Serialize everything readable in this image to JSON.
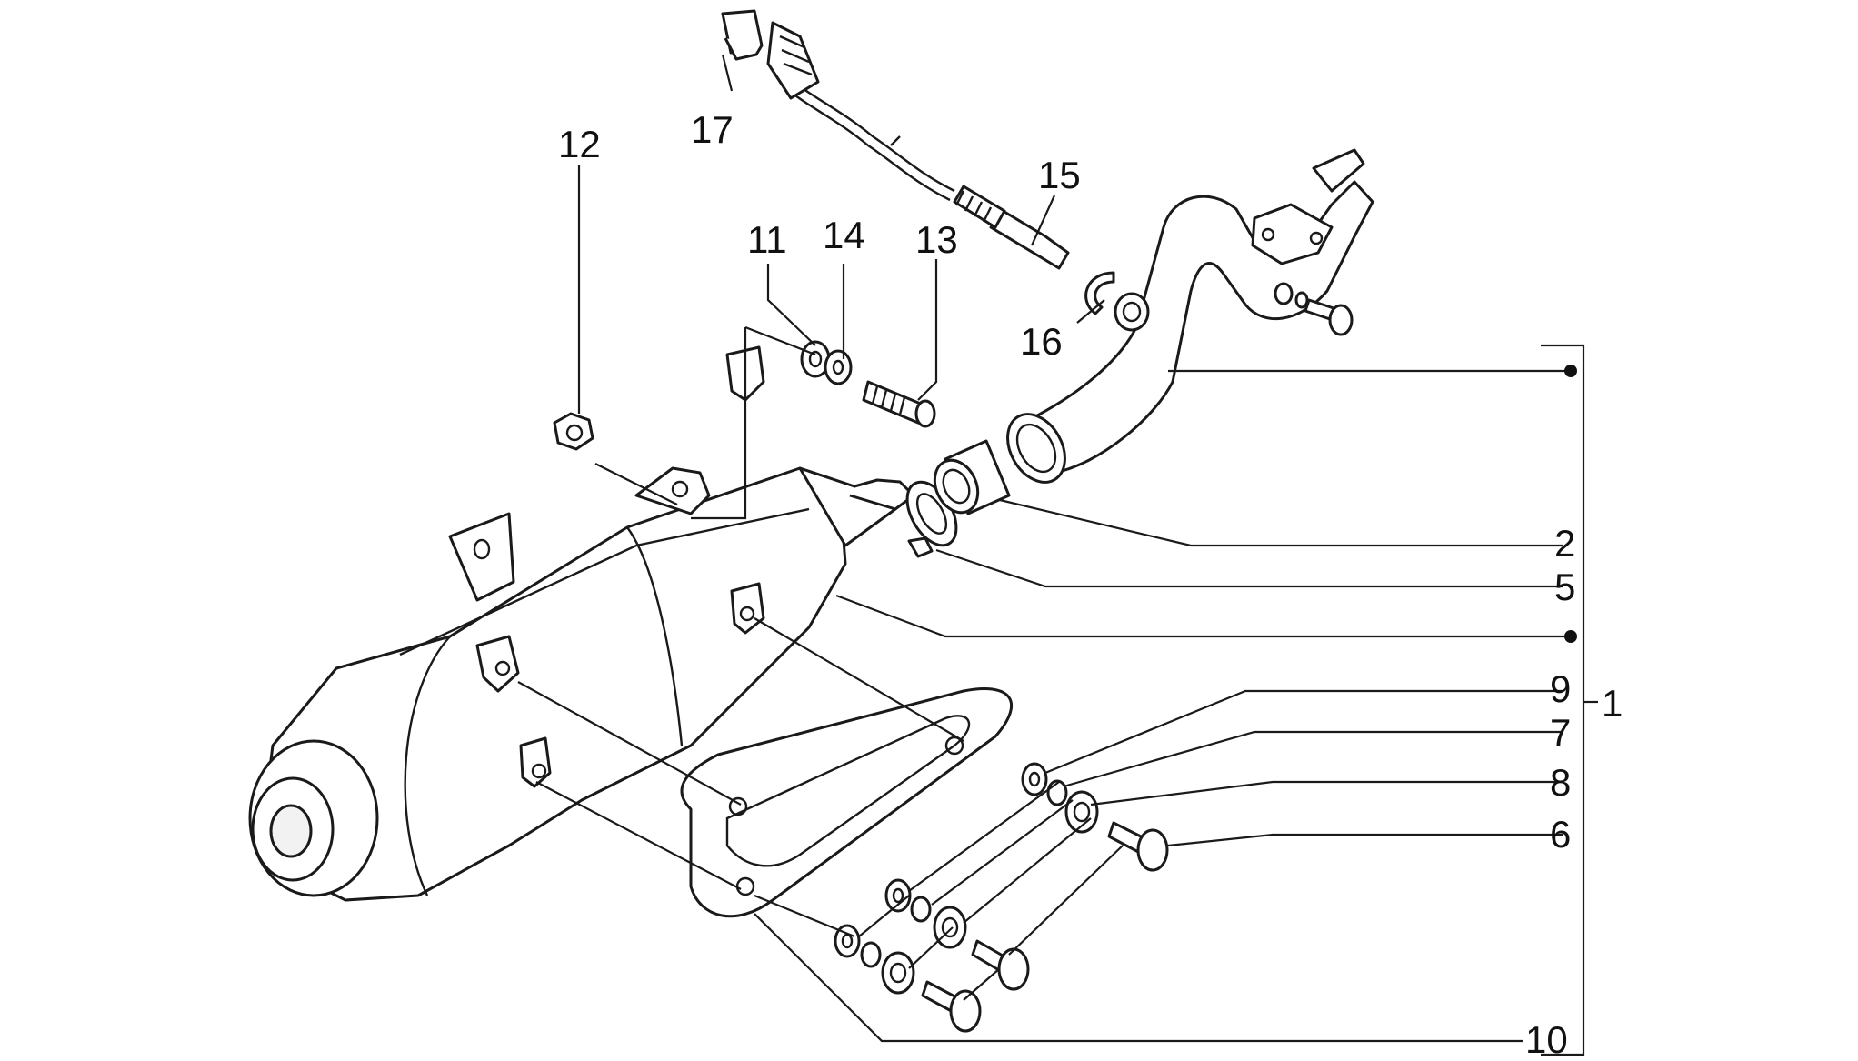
{
  "callouts": {
    "c1": "1",
    "c2": "2",
    "c5": "5",
    "c6": "6",
    "c7": "7",
    "c8": "8",
    "c9": "9",
    "c10": "10",
    "c11": "11",
    "c12": "12",
    "c13": "13",
    "c14": "14",
    "c15": "15",
    "c16": "16",
    "c17": "17"
  }
}
